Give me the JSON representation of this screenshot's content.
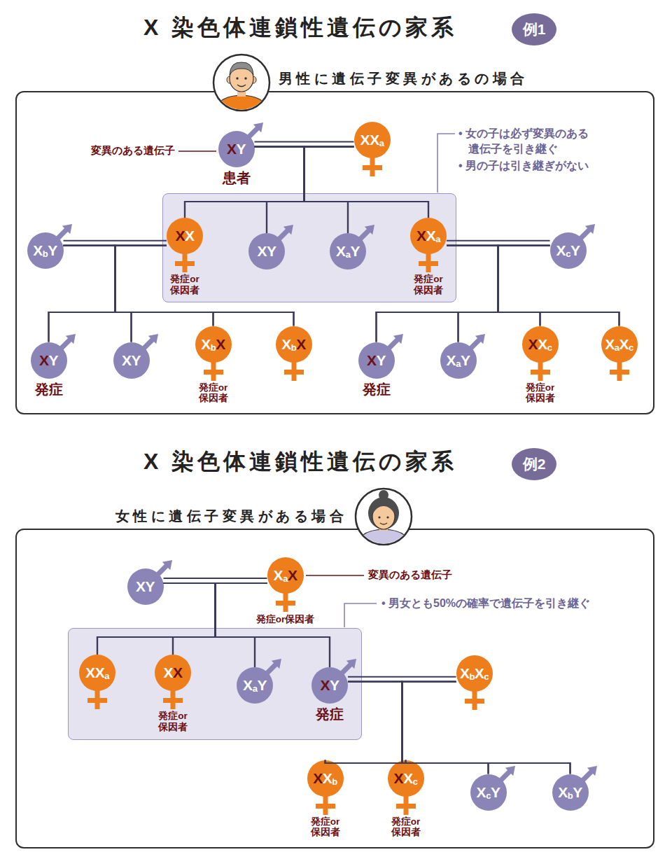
{
  "diagram": {
    "title": "X 染色体連鎖性遺伝の家系",
    "nodes": [
      {
        "text": [
          "例1"
        ]
      },
      {
        "text": [
          "男性に遺伝子変異があるの場合"
        ]
      },
      {
        "text": [
          "XY",
          "患者"
        ],
        "in": 1
      },
      {
        "text": [
          "XXa"
        ],
        "in": 1
      },
      {
        "text": [
          "XbY"
        ],
        "in": 1
      },
      {
        "text": [],
        "in": 1
      },
      {
        "text": [
          "XX",
          "発症or 保因者"
        ],
        "in": 5
      },
      {
        "text": [
          "XY"
        ],
        "in": 5
      },
      {
        "text": [
          "XaY"
        ],
        "in": 5
      },
      {
        "text": [
          "XXa",
          "発症or 保因者"
        ],
        "in": 5
      },
      {
        "text": [
          "XcY"
        ],
        "in": 1
      },
      {
        "text": [
          "XY",
          "発症"
        ],
        "in": 1
      },
      {
        "text": [
          "XY"
        ],
        "in": 1
      },
      {
        "text": [
          "XbX",
          "発症or 保因者"
        ],
        "in": 1
      },
      {
        "text": [
          "XbX"
        ],
        "in": 1
      },
      {
        "text": [
          "XY",
          "発症"
        ],
        "in": 1
      },
      {
        "text": [
          "XaY"
        ],
        "in": 1
      },
      {
        "text": [
          "XXc",
          "発症or 保因者"
        ],
        "in": 1
      },
      {
        "text": [
          "XaXc"
        ],
        "in": 1
      },
      {
        "text": [
          "例2"
        ]
      },
      {
        "text": [
          "女性に遺伝子変異がある場合"
        ]
      },
      {
        "text": [
          "XY"
        ],
        "in": 20
      },
      {
        "text": [
          "XaX",
          "発症or保因者"
        ],
        "in": 20
      },
      {
        "text": [],
        "in": 20
      },
      {
        "text": [
          "XXa"
        ],
        "in": 23
      },
      {
        "text": [
          "XX",
          "発症or 保因者"
        ],
        "in": 23
      },
      {
        "text": [
          "XaY"
        ],
        "in": 23
      },
      {
        "text": [
          "XY",
          "発症"
        ],
        "in": 23
      },
      {
        "text": [
          "XbXc"
        ],
        "in": 20
      },
      {
        "text": [
          "XXb",
          "発症or 保因者"
        ],
        "in": 20
      },
      {
        "text": [
          "XXc",
          "発症or 保因者"
        ],
        "in": 20
      },
      {
        "text": [
          "XcY"
        ],
        "in": 20
      },
      {
        "text": [
          "XbY"
        ],
        "in": 20
      }
    ],
    "edges": [
      {
        "from": 2,
        "to": 3,
        "arrow": "none"
      },
      {
        "from": 2,
        "to": 6,
        "arrow": "none"
      },
      {
        "from": 2,
        "to": 7,
        "arrow": "none"
      },
      {
        "from": 2,
        "to": 8,
        "arrow": "none"
      },
      {
        "from": 2,
        "to": 9,
        "arrow": "none"
      },
      {
        "from": 3,
        "to": 6,
        "arrow": "none"
      },
      {
        "from": 3,
        "to": 7,
        "arrow": "none"
      },
      {
        "from": 3,
        "to": 8,
        "arrow": "none"
      },
      {
        "from": 3,
        "to": 9,
        "arrow": "none"
      },
      {
        "from": 4,
        "to": 6,
        "arrow": "none"
      },
      {
        "from": 4,
        "to": 11,
        "arrow": "none"
      },
      {
        "from": 4,
        "to": 12,
        "arrow": "none"
      },
      {
        "from": 4,
        "to": 13,
        "arrow": "none"
      },
      {
        "from": 4,
        "to": 14,
        "arrow": "none"
      },
      {
        "from": 6,
        "to": 11,
        "arrow": "none"
      },
      {
        "from": 6,
        "to": 12,
        "arrow": "none"
      },
      {
        "from": 6,
        "to": 13,
        "arrow": "none"
      },
      {
        "from": 6,
        "to": 14,
        "arrow": "none"
      },
      {
        "from": 9,
        "to": 10,
        "arrow": "none"
      },
      {
        "from": 9,
        "to": 15,
        "arrow": "none"
      },
      {
        "from": 9,
        "to": 16,
        "arrow": "none"
      },
      {
        "from": 9,
        "to": 17,
        "arrow": "none"
      },
      {
        "from": 9,
        "to": 18,
        "arrow": "none"
      },
      {
        "from": 10,
        "to": 15,
        "arrow": "none"
      },
      {
        "from": 10,
        "to": 16,
        "arrow": "none"
      },
      {
        "from": 10,
        "to": 17,
        "arrow": "none"
      },
      {
        "from": 10,
        "to": 18,
        "arrow": "none"
      },
      {
        "from": 21,
        "to": 22,
        "arrow": "none"
      },
      {
        "from": 21,
        "to": 24,
        "arrow": "none"
      },
      {
        "from": 21,
        "to": 25,
        "arrow": "none"
      },
      {
        "from": 21,
        "to": 26,
        "arrow": "none"
      },
      {
        "from": 21,
        "to": 27,
        "arrow": "none"
      },
      {
        "from": 22,
        "to": 24,
        "arrow": "none"
      },
      {
        "from": 22,
        "to": 25,
        "arrow": "none"
      },
      {
        "from": 22,
        "to": 26,
        "arrow": "none"
      },
      {
        "from": 22,
        "to": 27,
        "arrow": "none"
      },
      {
        "from": 27,
        "to": 28,
        "arrow": "none"
      },
      {
        "from": 27,
        "to": 29,
        "arrow": "none"
      },
      {
        "from": 27,
        "to": 30,
        "arrow": "none"
      },
      {
        "from": 27,
        "to": 31,
        "arrow": "none"
      },
      {
        "from": 27,
        "to": 32,
        "arrow": "none"
      },
      {
        "from": 28,
        "to": 29,
        "arrow": "none"
      },
      {
        "from": 28,
        "to": 30,
        "arrow": "none"
      },
      {
        "from": 28,
        "to": 31,
        "arrow": "none"
      },
      {
        "from": 28,
        "to": 32,
        "arrow": "none"
      }
    ],
    "labels": [
      "変異のある遺伝子",
      "• 女の子は必ず変異のある 遺伝子を引き継ぐ",
      "• 男の子は引き継ぎがない",
      "X 染色体連鎖性遺伝の家系",
      "変異のある遺伝子",
      "• 男女とも50%の確率で遺伝子を引き継ぐ"
    ]
  }
}
